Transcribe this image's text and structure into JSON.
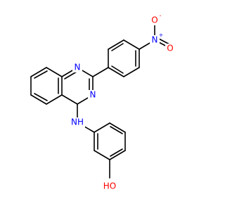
{
  "molecule": {
    "atoms": {
      "n1": {
        "text": "N",
        "color": "#0000ff"
      },
      "n3": {
        "text": "N",
        "color": "#0000ff"
      },
      "nh": {
        "text": "NH",
        "color": "#0000ff"
      },
      "n_nitro": {
        "text": "N",
        "color": "#0000ff",
        "charge": "+"
      },
      "o_nitro_minus": {
        "text": "O",
        "color": "#ff0000",
        "charge": "-"
      },
      "o_nitro_double": {
        "text": "O",
        "color": "#ff0000"
      },
      "oh": {
        "text": "HO",
        "color": "#ff0000"
      }
    }
  }
}
